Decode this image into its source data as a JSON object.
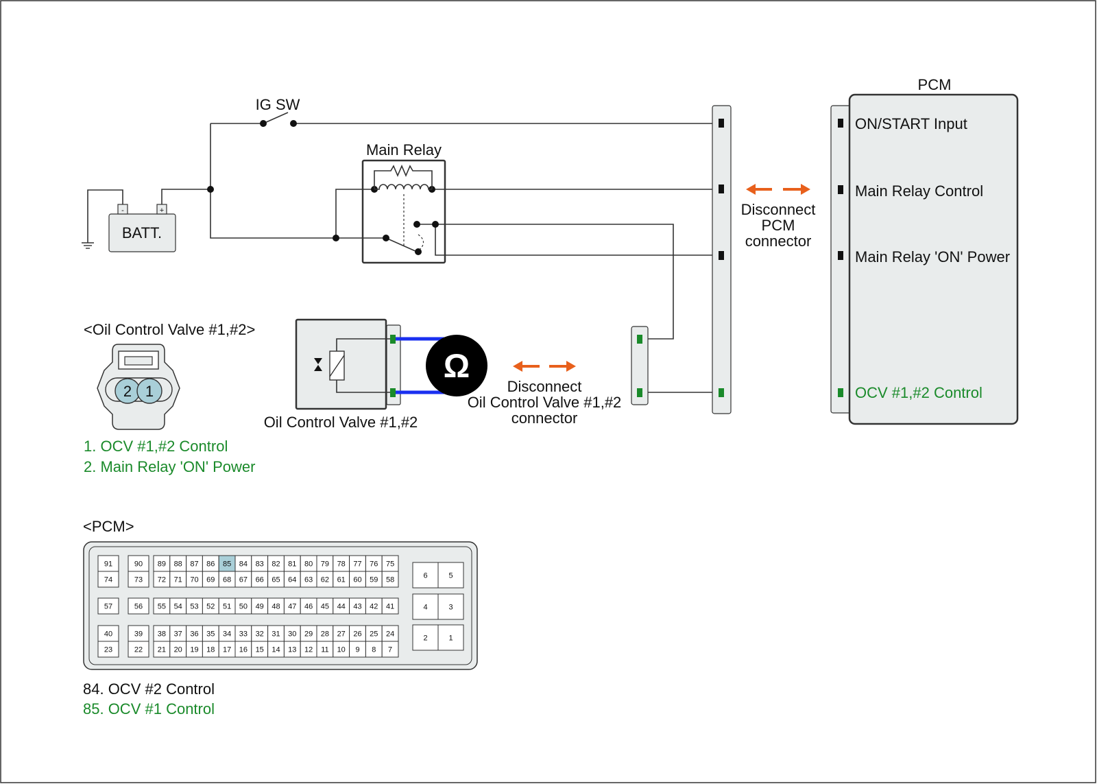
{
  "labels": {
    "ig_sw": "IG SW",
    "main_relay": "Main Relay",
    "batt": "BATT.",
    "batt_neg": "-",
    "batt_pos": "+",
    "pcm": "PCM",
    "pcm_on_start": "ON/START Input",
    "pcm_relay_control": "Main Relay Control",
    "pcm_relay_power": "Main Relay 'ON' Power",
    "pcm_ocv_control": "OCV #1,#2 Control",
    "disconnect_pcm_1": "Disconnect",
    "disconnect_pcm_2": "PCM",
    "disconnect_pcm_3": "connector",
    "ocv_header": "<Oil Control Valve #1,#2>",
    "ocv_label": "Oil Control Valve #1,#2",
    "disconnect_ocv_1": "Disconnect",
    "disconnect_ocv_2": "Oil Control Valve #1,#2",
    "disconnect_ocv_3": "connector",
    "ohm": "Ω",
    "ocv_pin_2": "2",
    "ocv_pin_1": "1",
    "ocv_pin_desc_1": "1. OCV #1,#2 Control",
    "ocv_pin_desc_2": "2. Main Relay 'ON' Power",
    "pcm_header": "<PCM>",
    "pcm_pin_desc_84": "84. OCV #2 Control",
    "pcm_pin_desc_85": "85. OCV #1 Control"
  },
  "colors": {
    "green": "#1a8a2a",
    "orange": "#e8601c",
    "blue": "#1a2ff0",
    "highlight": "#a9cfd8",
    "fill": "#e9ecec"
  },
  "pcm_connector": {
    "highlighted_pin": "85",
    "row1": [
      "91",
      "90",
      "89",
      "88",
      "87",
      "86",
      "85",
      "84",
      "83",
      "82",
      "81",
      "80",
      "79",
      "78",
      "77",
      "76",
      "75"
    ],
    "row2": [
      "74",
      "73",
      "72",
      "71",
      "70",
      "69",
      "68",
      "67",
      "66",
      "65",
      "64",
      "63",
      "62",
      "61",
      "60",
      "59",
      "58"
    ],
    "row3": [
      "57",
      "56",
      "55",
      "54",
      "53",
      "52",
      "51",
      "50",
      "49",
      "48",
      "47",
      "46",
      "45",
      "44",
      "43",
      "42",
      "41"
    ],
    "row4": [
      "40",
      "39",
      "38",
      "37",
      "36",
      "35",
      "34",
      "33",
      "32",
      "31",
      "30",
      "29",
      "28",
      "27",
      "26",
      "25",
      "24"
    ],
    "row5": [
      "23",
      "22",
      "21",
      "20",
      "19",
      "18",
      "17",
      "16",
      "15",
      "14",
      "13",
      "12",
      "11",
      "10",
      "9",
      "8",
      "7"
    ],
    "right_pins": [
      "6",
      "5",
      "4",
      "3",
      "2",
      "1"
    ]
  }
}
